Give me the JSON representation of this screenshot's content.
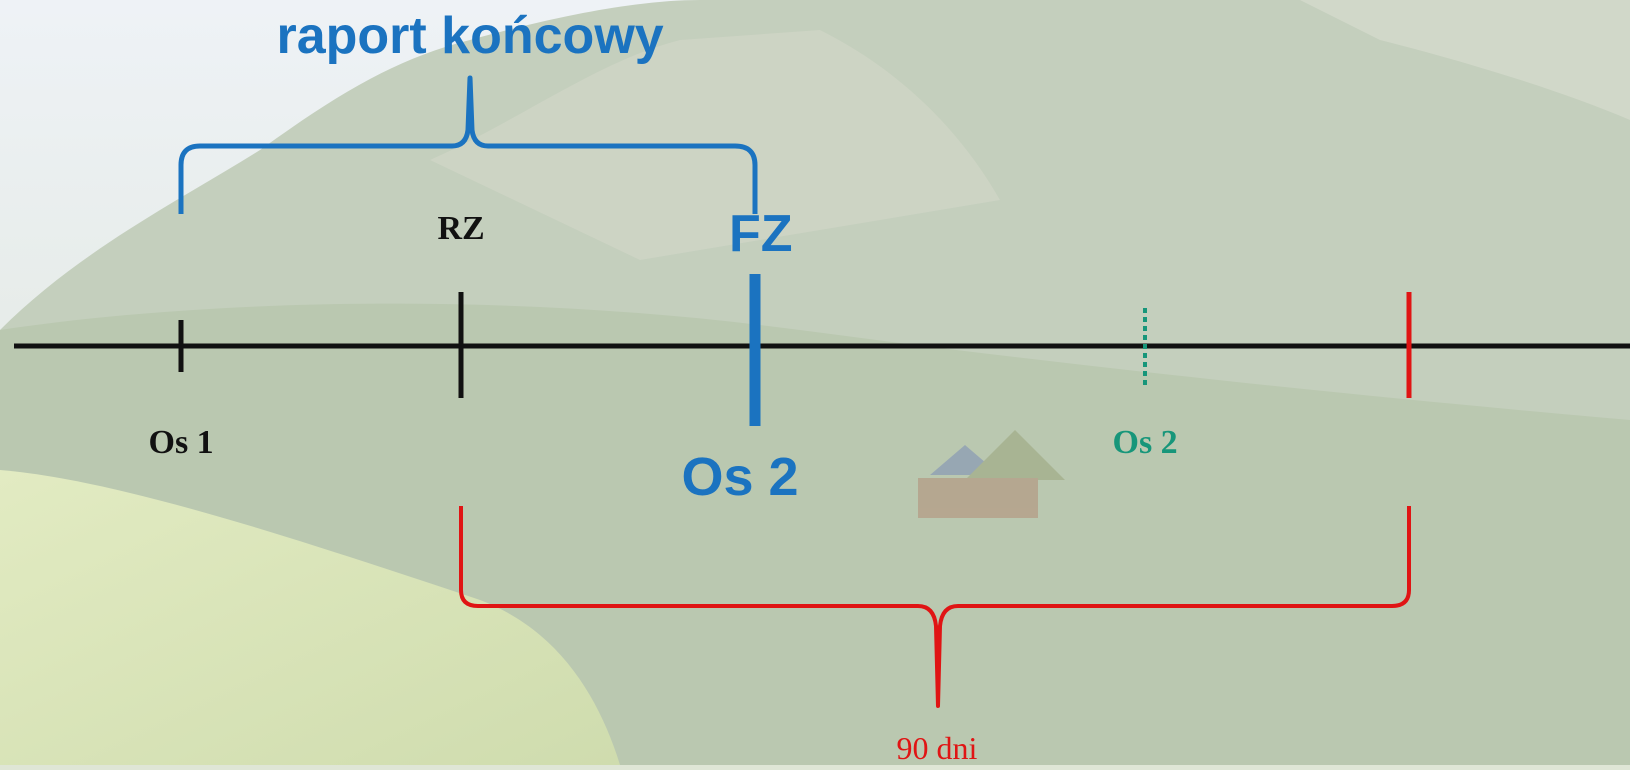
{
  "diagram": {
    "title": "raport końcowy",
    "markers": {
      "rz": "RZ",
      "fz": "FZ",
      "os1": "Os 1",
      "os2_main": "Os 2",
      "os2_planned": "Os 2"
    },
    "interval_label": "90 dni"
  },
  "colors": {
    "blue": "#1b73c0",
    "red": "#e01414",
    "green": "#17967a",
    "axis": "#111111"
  }
}
